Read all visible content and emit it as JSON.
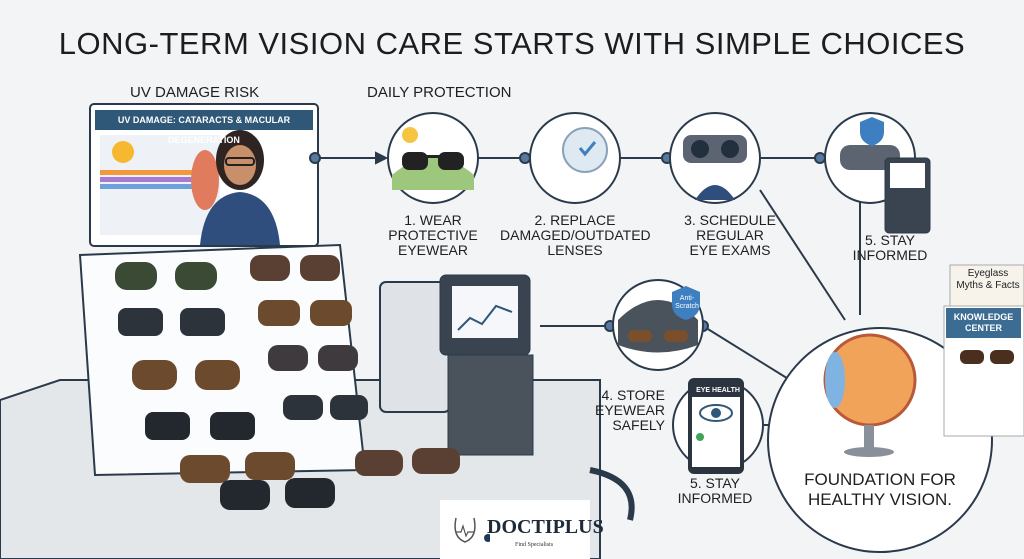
{
  "title": "LONG-TERM VISION CARE STARTS WITH SIMPLE CHOICES",
  "sections": {
    "uv_risk": "UV DAMAGE RISK",
    "daily_protection": "DAILY PROTECTION"
  },
  "poster_heading": "UV DAMAGE: CATARACTS & MACULAR DEGENERATION",
  "steps": [
    {
      "lines": [
        "1. WEAR",
        "PROTECTIVE",
        "EYEWEAR"
      ]
    },
    {
      "lines": [
        "2. REPLACE",
        "DAMAGED/OUTDATED",
        "LENSES"
      ]
    },
    {
      "lines": [
        "3. SCHEDULE",
        "REGULAR",
        "EYE EXAMS"
      ]
    },
    {
      "lines": [
        "4. STORE",
        "EYEWEAR",
        "SAFELY"
      ]
    },
    {
      "lines": [
        "5. STAY",
        "INFORMED"
      ]
    },
    {
      "lines": [
        "5. STAY",
        "INFORMED"
      ]
    }
  ],
  "anti_scratch_badge": [
    "Anti-",
    "Scratch"
  ],
  "eye_health_app": "EYE HEALTH",
  "knowledge": {
    "myths_title": [
      "Eyeglass",
      "Myths & Facts"
    ],
    "center_title": [
      "KNOWLEDGE",
      "CENTER"
    ]
  },
  "foundation": [
    "FOUNDATION FOR",
    "HEALTHY VISION."
  ],
  "logo": {
    "name": "DOCTIPLUS",
    "tagline": "Find Specialists"
  },
  "colors": {
    "accent_blue": "#2f5777",
    "connector": "#2b3a4a",
    "shield": "#3d7fc0"
  }
}
